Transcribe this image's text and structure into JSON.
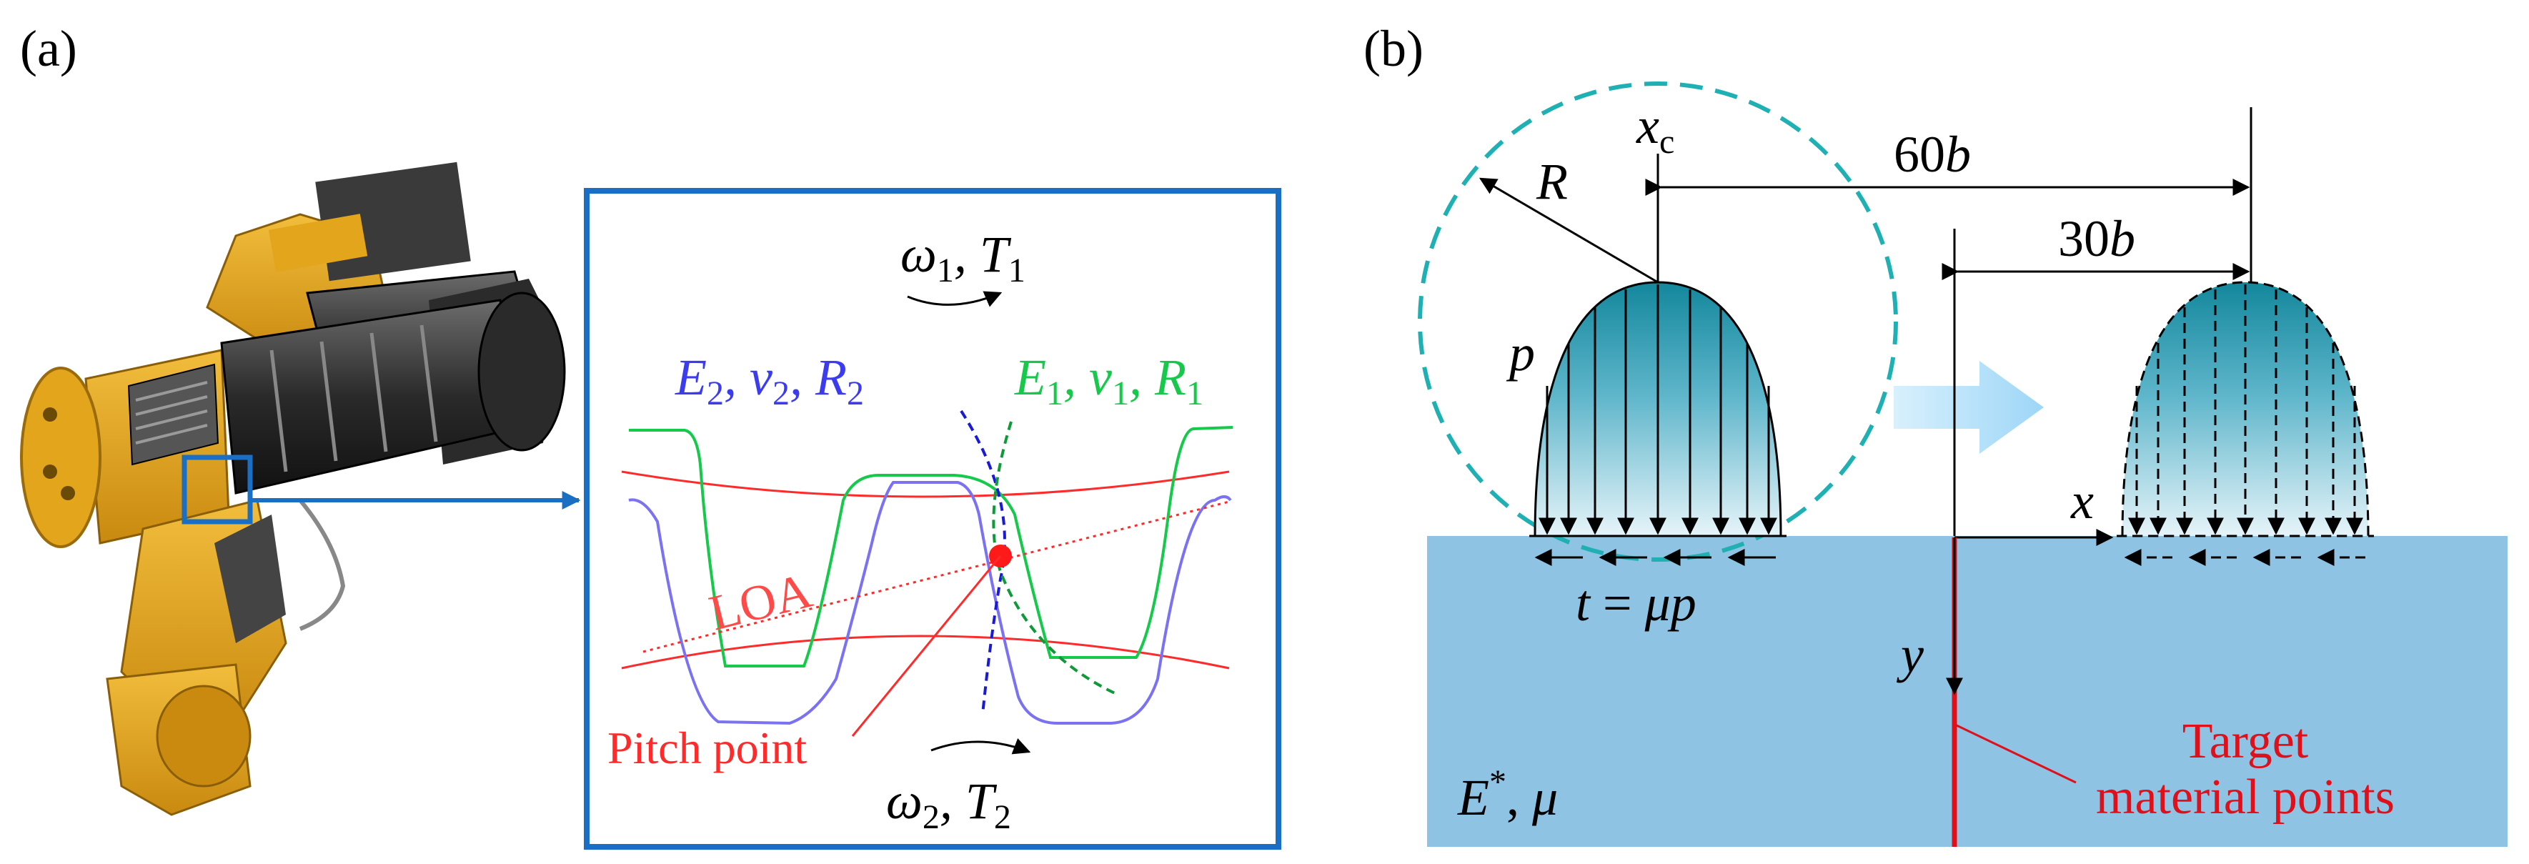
{
  "panel_a": {
    "label": "(a)",
    "omega1": "ω",
    "omega1_sub": "1",
    "t1": "T",
    "t1_sub": "1",
    "omega2": "ω",
    "omega2_sub": "2",
    "t2": "T",
    "t2_sub": "2",
    "gear2_params": {
      "e": "E",
      "e_sub": "2",
      "nu": "ν",
      "nu_sub": "2",
      "r": "R",
      "r_sub": "2"
    },
    "gear1_params": {
      "e": "E",
      "e_sub": "1",
      "nu": "ν",
      "nu_sub": "1",
      "r": "R",
      "r_sub": "1"
    },
    "loa": "LOA",
    "pitch_point": "Pitch point",
    "colors": {
      "frame": "#1a6fc4",
      "red": "#ff2a2a",
      "blue": "#3b3bf0",
      "green": "#16c94b",
      "gearbox": "#e3a51b"
    }
  },
  "panel_b": {
    "label": "(b)",
    "xc": "x",
    "xc_sub": "c",
    "r": "R",
    "p": "p",
    "dist_60": "60",
    "dist_60_unit": "b",
    "dist_30": "30",
    "dist_30_unit": "b",
    "x_axis": "x",
    "y_axis": "y",
    "traction": {
      "t": "t",
      "eq": " = ",
      "mu": "μ",
      "p": "p"
    },
    "material": {
      "e": "E",
      "sup": "*",
      "sep": ", ",
      "mu": "μ"
    },
    "target_line1": "Target",
    "target_line2": "material points",
    "colors": {
      "half_space": "#8fc3e3",
      "circle": "#1fb0b3",
      "arrow": "#b9e3fb",
      "target": "#e0101a",
      "pressure_top": "#13879c"
    }
  }
}
